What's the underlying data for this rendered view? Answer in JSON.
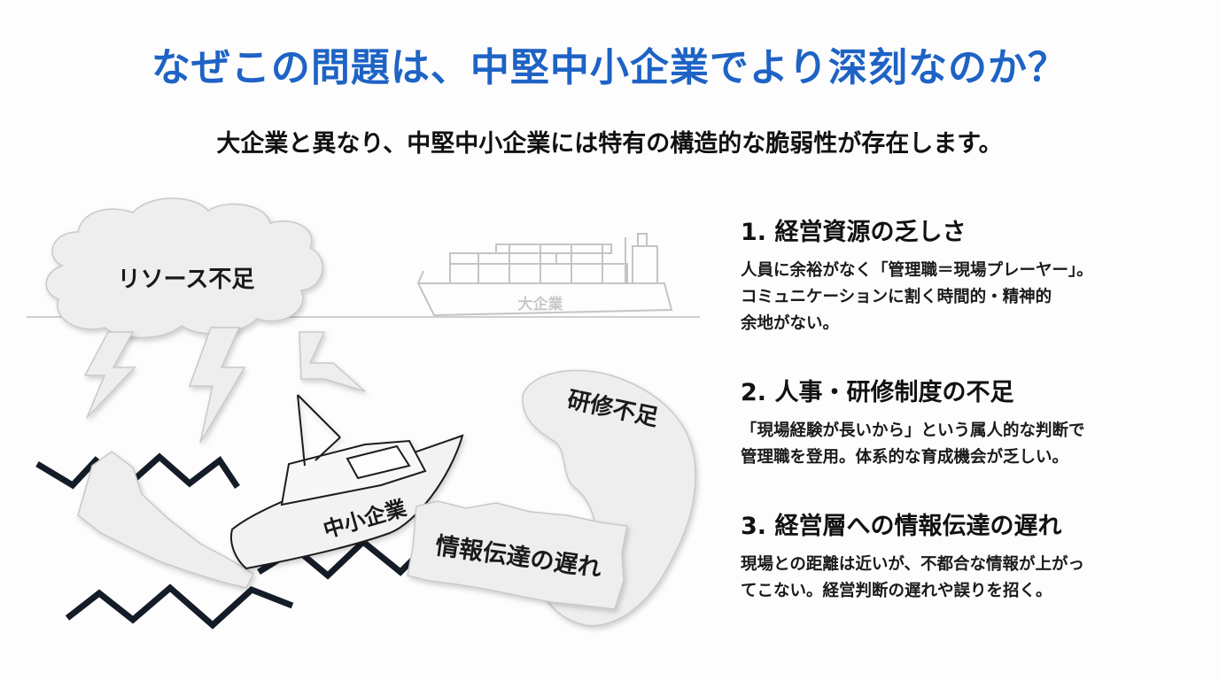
{
  "header": {
    "title": "なぜこの問題は、中堅中小企業でより深刻なのか？",
    "subtitle": "大企業と異なり、中堅中小企業には特有の構造的な脆弱性が存在します。"
  },
  "illustration": {
    "cloud_label": "リソース不足",
    "large_ship_label": "大企業",
    "boat_label": "中小企業",
    "wave_label": "研修不足",
    "scrap_label": "情報伝達の遅れ"
  },
  "points": [
    {
      "heading": "1. 経営資源の乏しさ",
      "body": "人員に余裕がなく「管理職＝現場プレーヤー」。\nコミュニケーションに割く時間的・精神的\n余地がない。"
    },
    {
      "heading": "2. 人事・研修制度の不足",
      "body": "「現場経験が長いから」という属人的な判断で\n管理職を登用。体系的な育成機会が乏しい。"
    },
    {
      "heading": "3. 経営層への情報伝達の遅れ",
      "body": "現場との距離は近いが、不都合な情報が上がっ\nてこない。経営判断の遅れや誤りを招く。"
    }
  ],
  "colors": {
    "title": "#1e63c5",
    "paper": "#ededed",
    "paper_edge": "#b9b9b9",
    "zigzag": "#141c28"
  }
}
